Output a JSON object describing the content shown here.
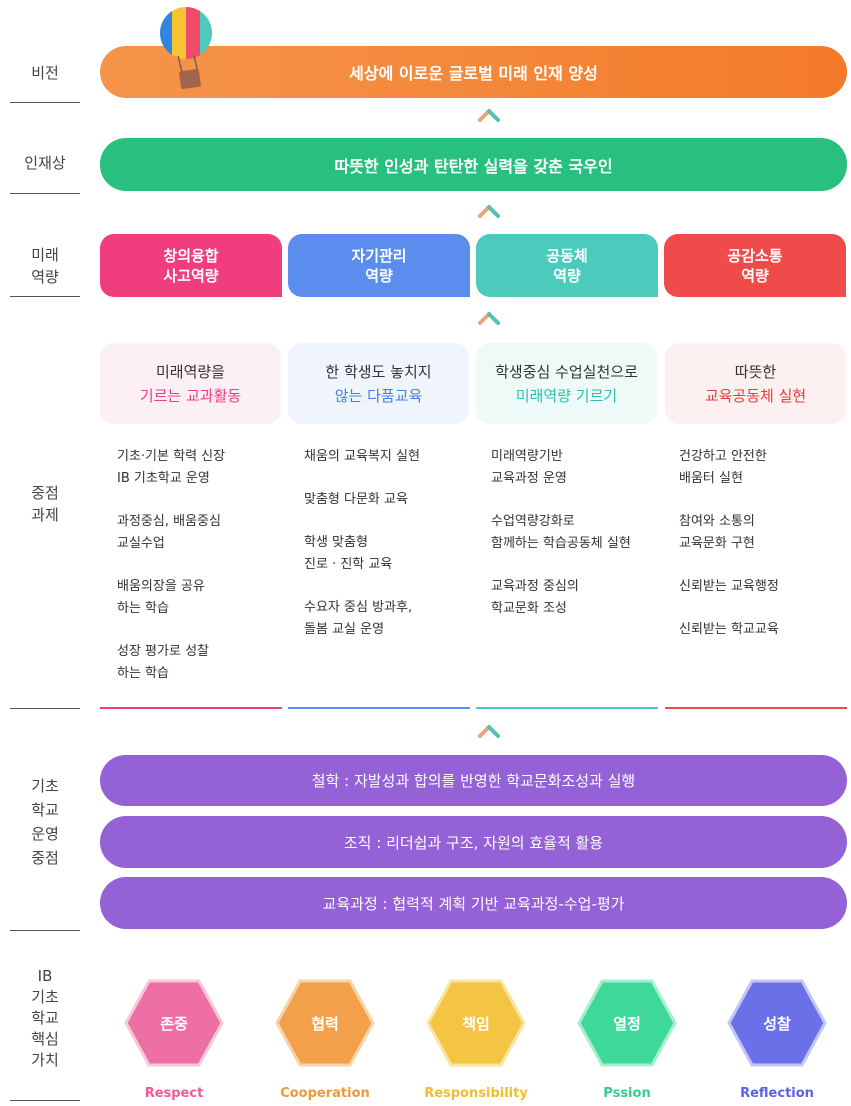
{
  "labels": {
    "vision": "비전",
    "talent": "인재상",
    "future": "미래\n역량",
    "tasks": "중점\n과제",
    "basis": "기초\n학교\n운영\n중점",
    "ib": "IB\n기초\n학교\n핵심\n가치"
  },
  "vision_text": "세상에 이로운 글로벌 미래 인재 양성",
  "talent_text": "따뜻한 인성과 탄탄한 실력을 갖춘 국우인",
  "competencies": [
    {
      "line1": "창의융합",
      "line2": "사고역량",
      "color": "#f03d7d"
    },
    {
      "line1": "자기관리",
      "line2": "역량",
      "color": "#5b8def"
    },
    {
      "line1": "공동체",
      "line2": "역량",
      "color": "#4ccbbd"
    },
    {
      "line1": "공감소통",
      "line2": "역량",
      "color": "#ef4b4b"
    }
  ],
  "cards": [
    {
      "line1": "미래역량을",
      "line2": "기르는 교과활동",
      "bg": "#fdf0f4",
      "accent": "#f03d7d"
    },
    {
      "line1": "한 학생도 놓치지",
      "line2": "않는 다품교육",
      "bg": "#f0f4fd",
      "accent": "#3f7fe8"
    },
    {
      "line1": "학생중심 수업실천으로",
      "line2": "미래역량 기르기",
      "bg": "#eefaf8",
      "accent": "#2fbfae"
    },
    {
      "line1": "따뜻한",
      "line2": "교육공동체 실현",
      "bg": "#fdf0f0",
      "accent": "#ec3b3b"
    }
  ],
  "task_columns": [
    [
      "기초·기본 학력 신장\nIB 기초학교 운영",
      "과정중심, 배움중심\n교실수업",
      "배움의장을 공유\n하는 학습",
      "성장 평가로 성찰\n하는 학습"
    ],
    [
      "채움의 교육복지 실현",
      "맞춤형 다문화 교육",
      "학생 맞춤형\n진로 · 진학 교육",
      "수요자 중심 방과후,\n돌봄 교실 운영"
    ],
    [
      "미래역량기반\n교육과정 운영",
      "수업역량강화로\n함께하는 학습공동체 실현",
      "교육과정 중심의\n학교문화 조성"
    ],
    [
      "건강하고 안전한\n배움터 실현",
      "참여와 소통의\n교육문화 구현",
      "신뢰받는 교육행정",
      "신뢰받는 학교교육"
    ]
  ],
  "basis_bars": [
    "철학 : 자발성과 합의를 반영한 학교문화조성과 실행",
    "조직 : 리더쉽과 구조, 자원의 효율적 활용",
    "교육과정 : 협력적 계획 기반 교육과정-수업-평가"
  ],
  "values": [
    {
      "ko": "존중",
      "en": "Respect",
      "color": "#ee6fa4",
      "text_color": "#ee5b95"
    },
    {
      "ko": "협력",
      "en": "Cooperation",
      "color": "#f3a04a",
      "text_color": "#ef9838"
    },
    {
      "ko": "책임",
      "en": "Responsibility",
      "color": "#f4c542",
      "text_color": "#f1bd2d"
    },
    {
      "ko": "열정",
      "en": "Pssion",
      "color": "#3ed99a",
      "text_color": "#33cf8d"
    },
    {
      "ko": "성찰",
      "en": "Reflection",
      "color": "#6b6fe8",
      "text_color": "#5a62e2"
    }
  ],
  "colors": {
    "vision_start": "#f5954a",
    "vision_end": "#f47a2a",
    "talent": "#27c07f",
    "basis": "#9561d6",
    "chevron_left": "#f2a07a",
    "chevron_right": "#4cc3b3"
  }
}
